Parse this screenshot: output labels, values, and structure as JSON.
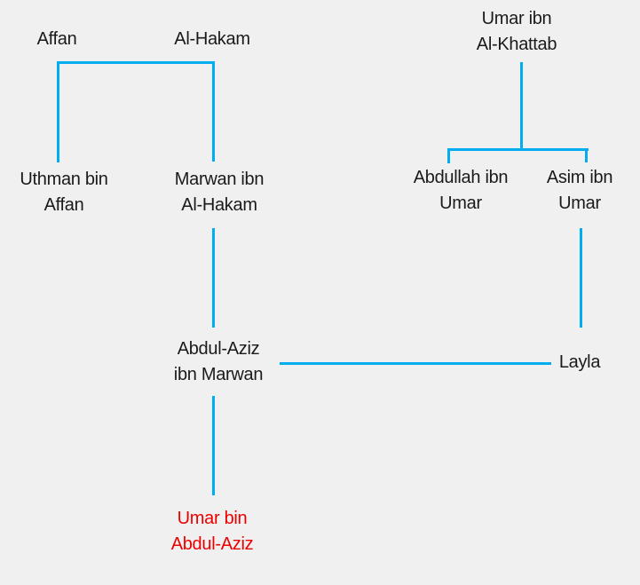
{
  "diagram": {
    "type": "family-tree",
    "line_color": "#00aeef",
    "highlight_color": "#ee0000",
    "text_color": "#1a1a1a",
    "background": "#f0f0f0"
  },
  "nodes": {
    "affan": {
      "line1": "Affan",
      "line2": ""
    },
    "al_hakam": {
      "line1": "Al-Hakam",
      "line2": ""
    },
    "umar_ibn_al_khattab": {
      "line1": "Umar ibn",
      "line2": "Al-Khattab"
    },
    "uthman_bin_affan": {
      "line1": "Uthman bin",
      "line2": "Affan"
    },
    "marwan_ibn_al_hakam": {
      "line1": "Marwan ibn",
      "line2": "Al-Hakam"
    },
    "abdullah_ibn_umar": {
      "line1": "Abdullah ibn",
      "line2": "Umar"
    },
    "asim_ibn_umar": {
      "line1": "Asim ibn",
      "line2": "Umar"
    },
    "abdul_aziz_ibn_marwan": {
      "line1": "Abdul-Aziz",
      "line2": "ibn Marwan"
    },
    "layla": {
      "line1": "Layla",
      "line2": ""
    },
    "umar_bin_abdul_aziz": {
      "line1": "Umar bin",
      "line2": "Abdul-Aziz",
      "highlighted": true
    }
  },
  "relationships": [
    {
      "type": "parents",
      "from": [
        "affan",
        "al_hakam"
      ],
      "children": [
        "uthman_bin_affan",
        "marwan_ibn_al_hakam"
      ]
    },
    {
      "type": "children",
      "from": [
        "umar_ibn_al_khattab"
      ],
      "children": [
        "abdullah_ibn_umar",
        "asim_ibn_umar"
      ]
    },
    {
      "type": "child",
      "from": [
        "marwan_ibn_al_hakam"
      ],
      "children": [
        "abdul_aziz_ibn_marwan"
      ]
    },
    {
      "type": "child",
      "from": [
        "asim_ibn_umar"
      ],
      "children": [
        "layla"
      ]
    },
    {
      "type": "marriage",
      "from": [
        "abdul_aziz_ibn_marwan",
        "layla"
      ]
    },
    {
      "type": "child",
      "from": [
        "abdul_aziz_ibn_marwan"
      ],
      "children": [
        "umar_bin_abdul_aziz"
      ]
    }
  ]
}
